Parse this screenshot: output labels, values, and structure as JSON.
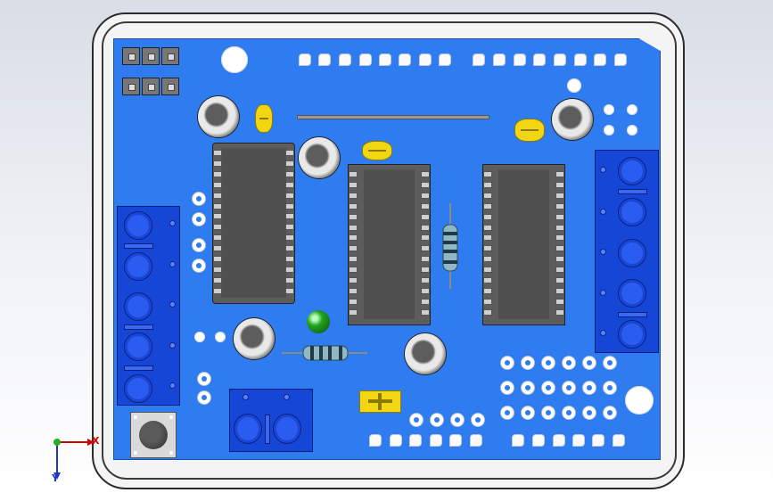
{
  "viewer": {
    "title": "",
    "axes_triad": {
      "x_label": "X",
      "y_label": "Y"
    }
  },
  "colors": {
    "background_top": "#d9dde6",
    "pcb": "#2f7bf0",
    "terminal_block": "#1646d6",
    "ic_body": "#5d5d5d",
    "capacitor_yellow": "#f2d614",
    "led": "#22a322"
  },
  "components": {
    "ic_chips": 3,
    "electrolytic_capacitors": 5,
    "ceramic_capacitors": 4,
    "resistors": 2,
    "leds": 1,
    "screw_terminal_blocks": 3,
    "push_buttons": 1
  }
}
